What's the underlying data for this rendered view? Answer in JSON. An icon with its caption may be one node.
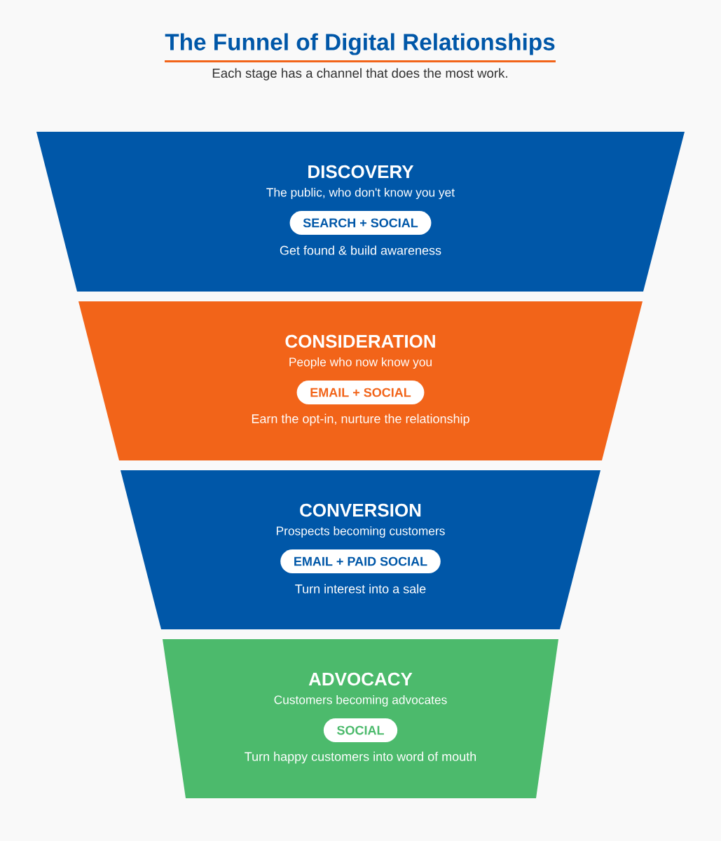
{
  "diagram": {
    "title": "The Funnel of Digital Relationships",
    "caption": "Each stage has a channel that does the most work.",
    "nodes": [
      {
        "text": [
          "DISCOVERY",
          "The public, who don't know you yet",
          "Get found & build awareness"
        ]
      },
      {
        "text": [
          "SEARCH  +  SOCIAL"
        ],
        "in": 0
      },
      {
        "text": [
          "CONSIDERATION",
          "People who now know you",
          "Earn the opt-in, nurture the relationship"
        ]
      },
      {
        "text": [
          "EMAIL  +  SOCIAL"
        ],
        "in": 2
      },
      {
        "text": [
          "CONVERSION",
          "Prospects becoming customers",
          "Turn interest into a sale"
        ]
      },
      {
        "text": [
          "EMAIL  +  PAID SOCIAL"
        ],
        "in": 4
      },
      {
        "text": [
          "ADVOCACY",
          "Customers becoming advocates",
          "Turn happy customers into word of mouth"
        ]
      },
      {
        "text": [
          "SOCIAL"
        ],
        "in": 6
      }
    ]
  }
}
